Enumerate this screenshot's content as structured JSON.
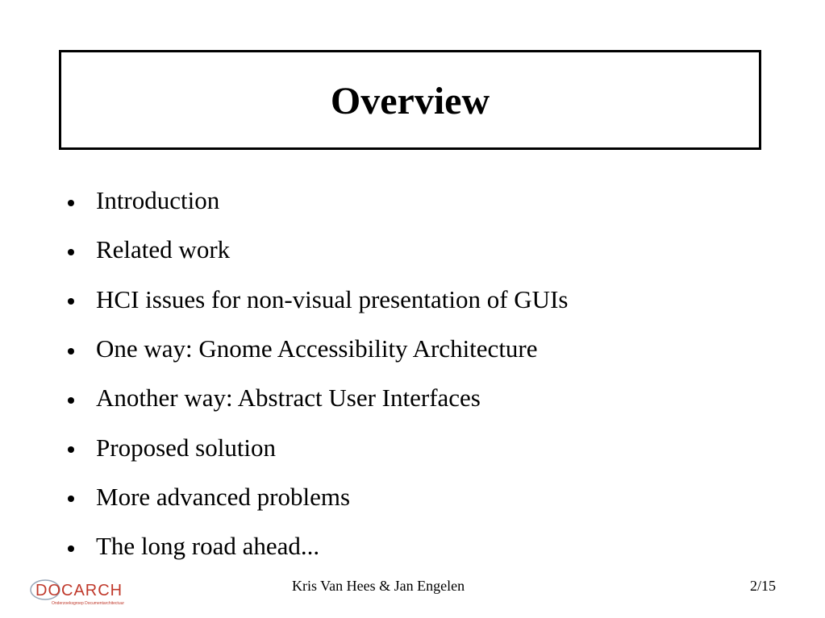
{
  "slide": {
    "title": "Overview",
    "bullets": [
      "Introduction",
      "Related work",
      "HCI issues for non-visual presentation of GUIs",
      "One way: Gnome Accessibility Architecture",
      "Another way: Abstract User Interfaces",
      "Proposed solution",
      "More advanced problems",
      "The long road ahead..."
    ]
  },
  "footer": {
    "logo_text": "DOCARCH",
    "logo_subtext": "Onderzoeksgroep Documentarchitectuur",
    "author": "Kris Van Hees & Jan Engelen",
    "page": "2/15"
  },
  "colors": {
    "logo": "#c0392b",
    "text": "#000000",
    "background": "#ffffff"
  }
}
